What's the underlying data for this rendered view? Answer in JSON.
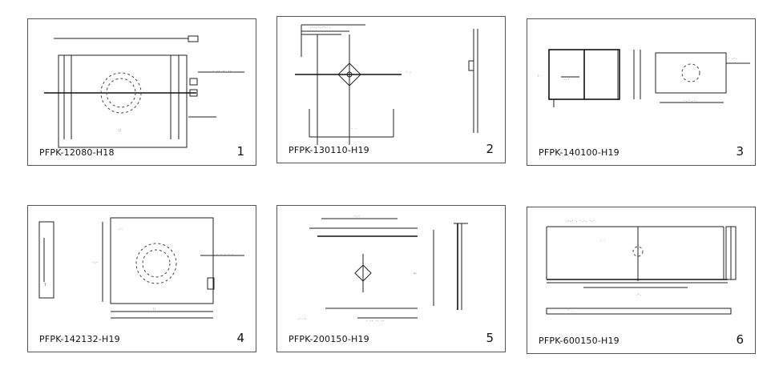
{
  "panels": [
    {
      "label": "PFPK-12080-H18",
      "number": "1"
    },
    {
      "label": "PFPK-130110-H19",
      "number": "2"
    },
    {
      "label": "PFPK-140100-H19",
      "number": "3"
    },
    {
      "label": "PFPK-142132-H19",
      "number": "4"
    },
    {
      "label": "PFPK-200150-H19",
      "number": "5"
    },
    {
      "label": "PFPK-600150-H19",
      "number": "6"
    }
  ]
}
